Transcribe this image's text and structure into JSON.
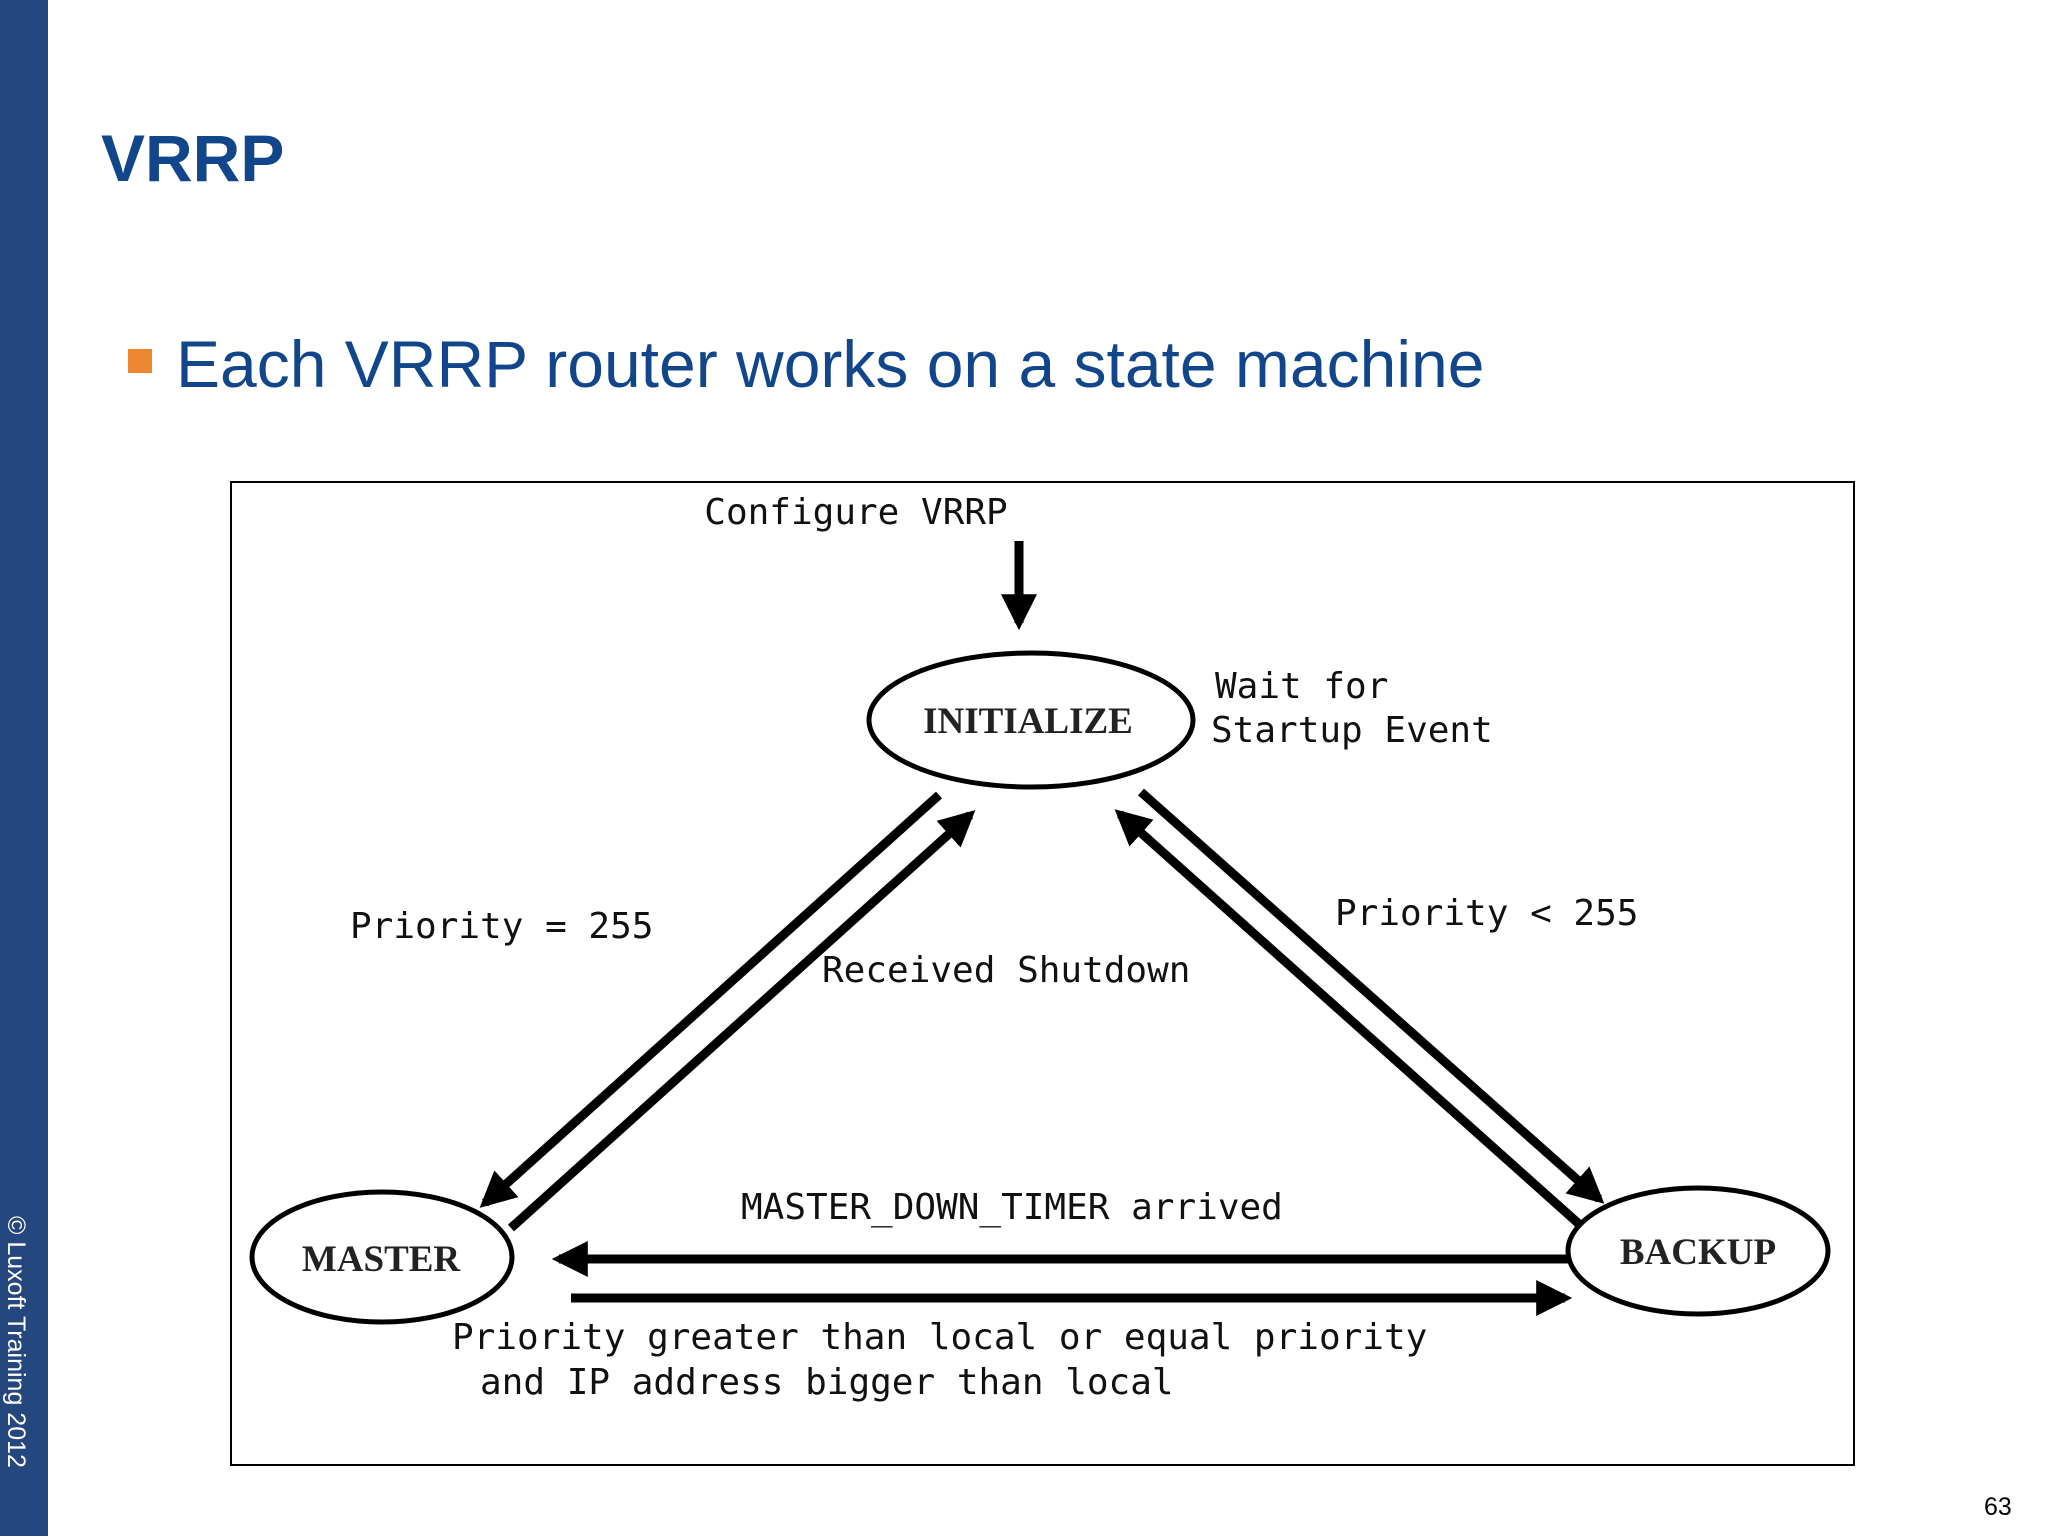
{
  "slide": {
    "title": "VRRP",
    "bullet": "Each VRRP router works on a state machine",
    "copyright": "© Luxoft Training 2012",
    "page_number": "63"
  },
  "colors": {
    "sidebar": "#24487e",
    "title": "#12468a",
    "bullet_marker": "#ee8731"
  },
  "diagram": {
    "states": {
      "initialize": "INITIALIZE",
      "master": "MASTER",
      "backup": "BACKUP"
    },
    "labels": {
      "configure": "Configure VRRP",
      "wait_line1": "Wait for",
      "wait_line2": "Startup Event",
      "priority_eq": "Priority = 255",
      "received_shutdown": "Received Shutdown",
      "priority_lt": "Priority < 255",
      "master_down_timer": "MASTER_DOWN_TIMER arrived",
      "priority_greater_line1": "Priority greater than local or equal priority",
      "priority_greater_line2": "and IP address bigger than local"
    }
  }
}
